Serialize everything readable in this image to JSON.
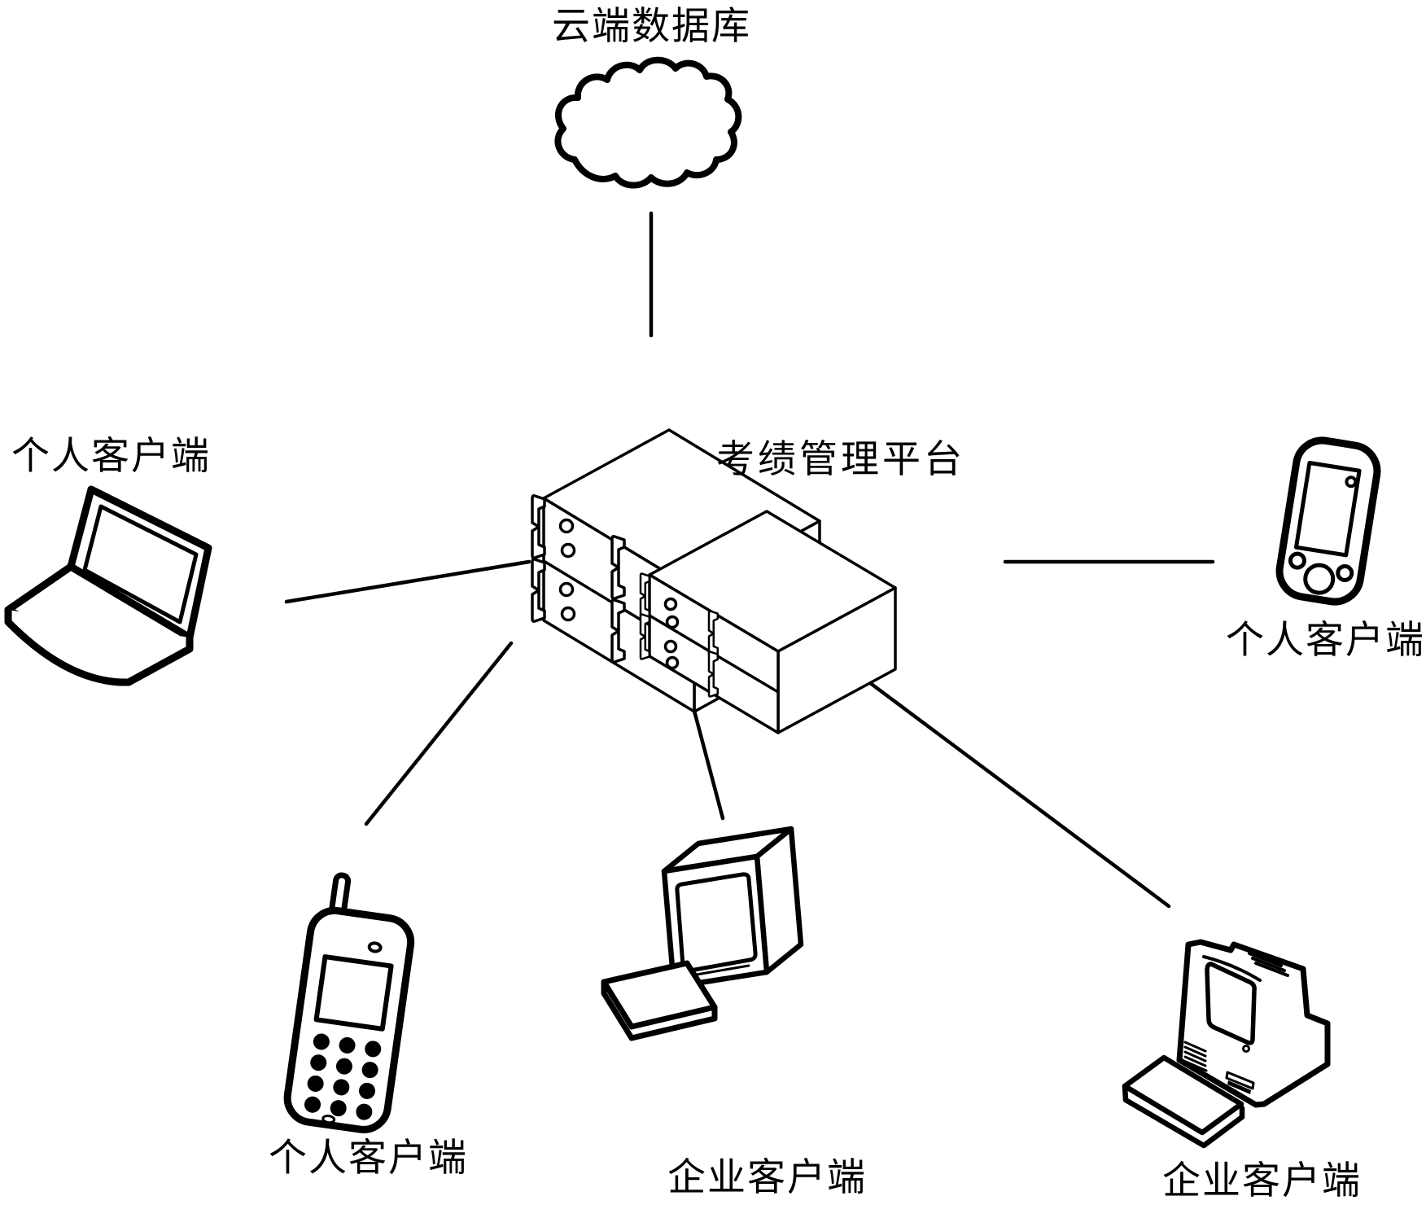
{
  "diagram": {
    "background": "#ffffff",
    "stroke_color": "#000000",
    "nodes": [
      {
        "id": "cloud-database",
        "type": "cloud",
        "label": "云端数据库"
      },
      {
        "id": "management-platform",
        "type": "server-stack",
        "label": "考绩管理平台"
      },
      {
        "id": "personal-client-laptop",
        "type": "laptop",
        "label": "个人客户端"
      },
      {
        "id": "personal-client-pda",
        "type": "pda-handheld",
        "label": "个人客户端"
      },
      {
        "id": "personal-client-phone",
        "type": "mobile-phone",
        "label": "个人客户端"
      },
      {
        "id": "enterprise-client-center",
        "type": "desktop-computer",
        "label": "企业客户端"
      },
      {
        "id": "enterprise-client-right",
        "type": "desktop-computer",
        "label": "企业客户端"
      }
    ],
    "edges": [
      {
        "from": "cloud-database",
        "to": "management-platform"
      },
      {
        "from": "personal-client-laptop",
        "to": "management-platform"
      },
      {
        "from": "management-platform",
        "to": "personal-client-pda"
      },
      {
        "from": "management-platform",
        "to": "personal-client-phone"
      },
      {
        "from": "management-platform",
        "to": "enterprise-client-center"
      },
      {
        "from": "management-platform",
        "to": "enterprise-client-right"
      }
    ]
  }
}
